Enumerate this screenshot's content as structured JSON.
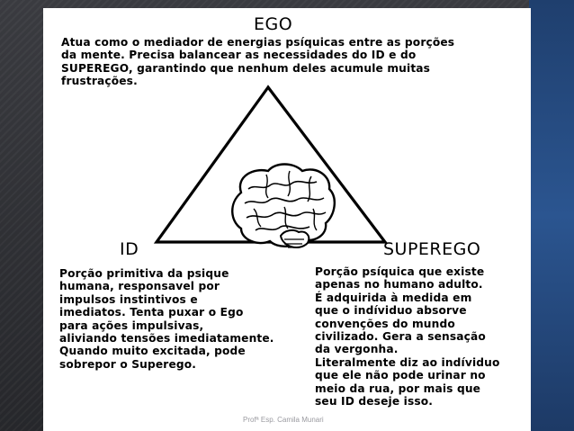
{
  "diagram": {
    "ego_title": "EGO",
    "ego_text": "Atua como o mediador de energias psíquicas entre as porções\nda mente. Precisa balancear as necessidades do ID e do\nSUPEREGO, garantindo que nenhum deles acumule muitas\nfrustrações.",
    "id_title": "ID",
    "id_text": "Porção primitiva da psique\nhumana, responsavel por\nimpulsos instintivos e\nimediatos. Tenta puxar o Ego\npara ações impulsivas,\naliviando tensões imediatamente.\nQuando muito excitada, pode\nsobrepor o Superego.",
    "superego_title": "SUPEREGO",
    "superego_text": "Porção psíquica que existe\napenas no humano adulto.\nÉ adquirida à medida em\nque o indíviduo absorve\nconvenções do mundo\ncivilizado. Gera a sensação\nda vergonha.\nLiteralmente diz ao indíviduo\nque ele não pode urinar no\nmeio da rua, por mais que\nseu ID deseje isso.",
    "center_icon": "brain-icon"
  },
  "footer": {
    "credit": "Profª Esp. Camila Munari"
  }
}
